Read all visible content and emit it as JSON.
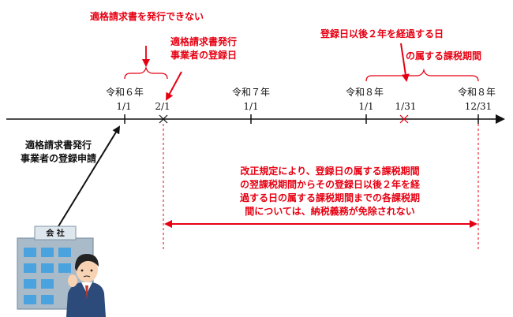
{
  "labels": {
    "cannot_issue": "適格請求書を発行できない",
    "registration_date": [
      "適格請求書発行",
      "事業者の登録日"
    ],
    "two_years_after": "登録日以後２年を経過する日",
    "belongs_to_period": "の属する課税期間",
    "registration_application": [
      "適格請求書発行",
      "事業者の登録申請"
    ],
    "exemption_note": [
      "改正規定により、登録日の属する課税期間",
      "の翌課税期間からその登録日以後２年を経",
      "過する日の属する課税期間までの各課税期",
      "間については、納税義務が免除されない"
    ],
    "company_sign": "会 社"
  },
  "timeline": {
    "ticks": [
      {
        "era": "令和６年",
        "date": "1/1"
      },
      {
        "era": "",
        "date": "2/1"
      },
      {
        "era": "令和７年",
        "date": "1/1"
      },
      {
        "era": "令和８年",
        "date": "1/1"
      },
      {
        "era": "",
        "date": "1/31"
      },
      {
        "era": "令和８年",
        "date": "12/31"
      }
    ]
  },
  "colors": {
    "accent_red": "#e60012",
    "text": "#111111",
    "building": "#8fa3b4",
    "person_suit": "#2c4a7a"
  }
}
